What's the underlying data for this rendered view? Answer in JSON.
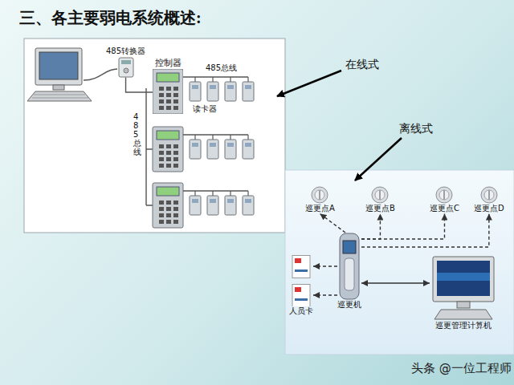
{
  "diagram": {
    "title": "三、各主要弱电系统概述:",
    "nodes": [
      {
        "text": [
          "485转换器"
        ]
      },
      {
        "text": [
          "控制器"
        ]
      },
      {
        "text": [
          "巡更点A"
        ]
      },
      {
        "text": [
          "巡更点B"
        ]
      },
      {
        "text": [
          "巡更点C"
        ]
      },
      {
        "text": [
          "巡更点D"
        ]
      },
      {
        "text": [
          "人员卡"
        ]
      },
      {
        "text": [
          "巡更机"
        ]
      },
      {
        "text": [
          "巡更管理计算机"
        ]
      }
    ],
    "edges": [
      {
        "from": 0,
        "to": 1,
        "arrow": "none"
      },
      {
        "from": 7,
        "to": 2,
        "arrow": "to"
      },
      {
        "from": 7,
        "to": 3,
        "arrow": "to"
      },
      {
        "from": 7,
        "to": 4,
        "arrow": "to"
      },
      {
        "from": 7,
        "to": 5,
        "arrow": "to"
      },
      {
        "from": 7,
        "to": 6,
        "arrow": "to"
      },
      {
        "from": 7,
        "to": 6,
        "arrow": "to"
      },
      {
        "from": 7,
        "to": 8,
        "arrow": "both"
      }
    ],
    "labels": [
      "485总线",
      "读卡器",
      "485总线",
      "在线式",
      "离线式",
      "头条 @一位工程师"
    ]
  }
}
